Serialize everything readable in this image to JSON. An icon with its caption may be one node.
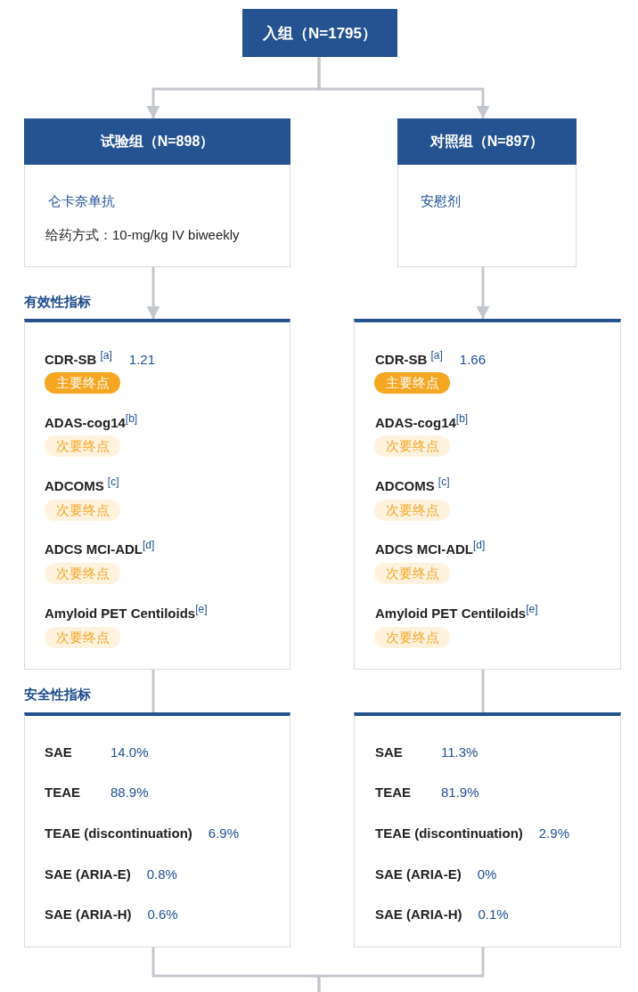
{
  "diagram": {
    "nodes": [
      {
        "text": [
          "入组（N=1795）"
        ]
      },
      {
        "text": [
          "试验组（N=898）",
          "仑卡奈单抗",
          "给药方式：10-mg/kg IV biweekly"
        ]
      },
      {
        "text": [
          "对照组（N=897）",
          "安慰剂"
        ]
      },
      {
        "text": [
          "有效性指标",
          "CDR-SB $^{[a]}$",
          "1.21",
          "ADAS-cog14$^{[b]}$",
          "ADCOMS $^{[c]}$",
          "ADCS MCI-ADL$^{[d]}$",
          "Amyloid PET Centiloids$^{[e]}$"
        ]
      },
      {
        "text": [
          "主要终点"
        ],
        "in": 3
      },
      {
        "text": [
          "次要终点"
        ],
        "in": 3
      },
      {
        "text": [
          "次要终点"
        ],
        "in": 3
      },
      {
        "text": [
          "次要终点"
        ],
        "in": 3
      },
      {
        "text": [
          "次要终点"
        ],
        "in": 3
      },
      {
        "text": [
          "CDR-SB $^{[a]}$",
          "1.66",
          "ADAS-cog14$^{[b]}$",
          "ADCOMS $^{[c]}$",
          "ADCS MCI-ADL$^{[d]}$",
          "Amyloid PET Centiloids$^{[e]}$"
        ]
      },
      {
        "text": [
          "主要终点"
        ],
        "in": 9
      },
      {
        "text": [
          "次要终点"
        ],
        "in": 9
      },
      {
        "text": [
          "次要终点"
        ],
        "in": 9
      },
      {
        "text": [
          "次要终点"
        ],
        "in": 9
      },
      {
        "text": [
          "次要终点"
        ],
        "in": 9
      },
      {
        "text": [
          "安全性指标",
          "SAE",
          "14.0%",
          "TEAE",
          "88.9%",
          "TEAE (discontinuation)",
          "6.9%",
          "SAE (ARIA-E)",
          "0.8%",
          "SAE (ARIA-H)",
          "0.6%"
        ]
      },
      {
        "text": [
          "SAE",
          "11.3%",
          "TEAE",
          "81.9%",
          "TEAE (discontinuation)",
          "2.9%",
          "SAE (ARIA-E)",
          "0%",
          "SAE (ARIA-H)",
          "0.1%"
        ]
      }
    ],
    "edges": [
      {
        "from": 0,
        "to": 1,
        "arrow": "to"
      },
      {
        "from": 0,
        "to": 2,
        "arrow": "to"
      },
      {
        "from": 1,
        "to": 3,
        "arrow": "to"
      },
      {
        "from": 2,
        "to": 9,
        "arrow": "to"
      },
      {
        "from": 3,
        "to": 15,
        "arrow": "none"
      },
      {
        "from": 9,
        "to": 16,
        "arrow": "none"
      },
      {
        "from": 15,
        "to": null,
        "arrow": "none"
      },
      {
        "from": 16,
        "to": null,
        "arrow": "none"
      }
    ]
  }
}
